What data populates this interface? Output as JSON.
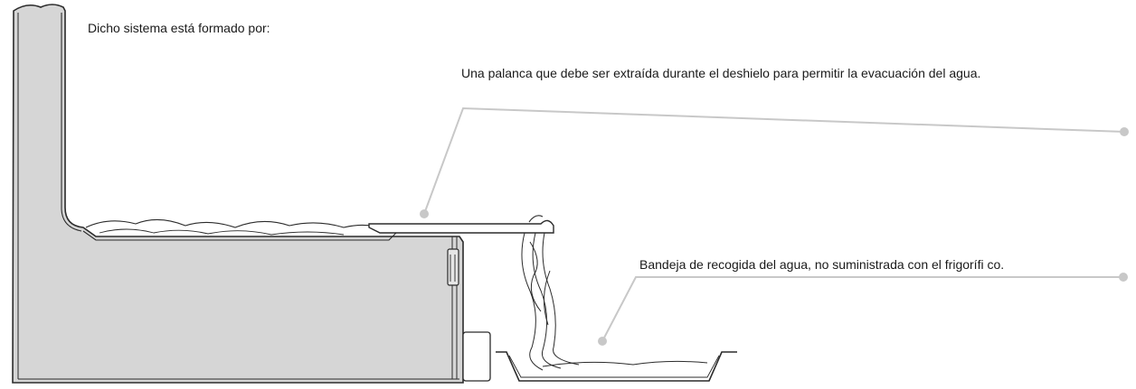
{
  "intro": "Dicho sistema está formado por:",
  "callouts": {
    "lever": "Una palanca que debe ser extraída durante el deshielo para permitir la evacuación del agua.",
    "tray": "Bandeja de recogida del agua, no suministrada con el frigorífi co."
  },
  "colors": {
    "cabinet_fill": "#d6d6d6",
    "outline": "#2b2b2b",
    "leader": "#c8c8c8"
  }
}
